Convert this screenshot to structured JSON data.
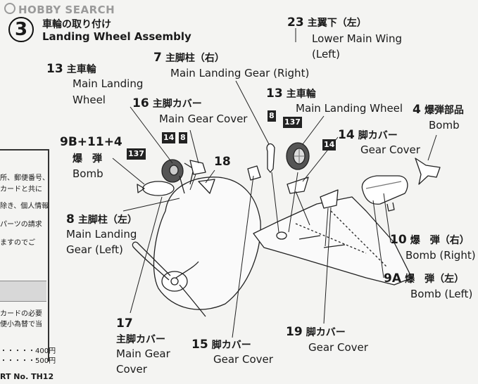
{
  "watermark": "HOBBY SEARCH",
  "step": {
    "number": "3",
    "title_jp": "車輪の取り付け",
    "title_en": "Landing Wheel Assembly"
  },
  "callouts": {
    "p23": {
      "num": "23",
      "jp": "主翼下（左）",
      "en1": "Lower Main Wing",
      "en2": "(Left)"
    },
    "p7": {
      "num": "7",
      "jp": "主脚柱（右）",
      "en1": "Main Landing Gear (Right)"
    },
    "p13a": {
      "num": "13",
      "jp": "主車輪",
      "en1": "Main Landing",
      "en2": "Wheel"
    },
    "p16": {
      "num": "16",
      "jp": "主脚カバー",
      "en1": "Main Gear Cover"
    },
    "p13b": {
      "num": "13",
      "jp": "主車輪",
      "en1": "Main Landing Wheel"
    },
    "p4": {
      "num": "4",
      "jp": "爆弾部品",
      "en1": "Bomb"
    },
    "p9b": {
      "num": "9B+11+4",
      "jp": "爆　弾",
      "en1": "Bomb"
    },
    "p18": {
      "num": "18"
    },
    "p14": {
      "num": "14",
      "jp": "脚カバー",
      "en1": "Gear Cover"
    },
    "p8": {
      "num": "8",
      "jp": "主脚柱（左）",
      "en1": "Main Landing",
      "en2": "Gear (Left)"
    },
    "p10": {
      "num": "10",
      "jp": "爆　弾（右）",
      "en1": "Bomb (Right)"
    },
    "p9a": {
      "num": "9A",
      "jp": "爆　弾（左）",
      "en1": "Bomb (Left)"
    },
    "p17": {
      "num": "17",
      "jp": "主脚カバー",
      "en1": "Main Gear",
      "en2": "Cover"
    },
    "p15": {
      "num": "15",
      "jp": "脚カバー",
      "en1": "Gear Cover"
    },
    "p19": {
      "num": "19",
      "jp": "脚カバー",
      "en1": "Gear Cover"
    }
  },
  "badges": {
    "b137a": "137",
    "b14a": "14",
    "b8a": "8",
    "b8b": "8",
    "b137b": "137",
    "b14b": "14"
  },
  "left_panel": {
    "lines": [
      "所、郵便番号、",
      "カードと共に",
      "除き、個人情報",
      "パーツの請求",
      "ますのでご",
      "カードの必要",
      "便小為替で当"
    ],
    "prices": [
      "・・・・・400円",
      "・・・・・500円"
    ],
    "part_no": "RT No. TH12"
  }
}
